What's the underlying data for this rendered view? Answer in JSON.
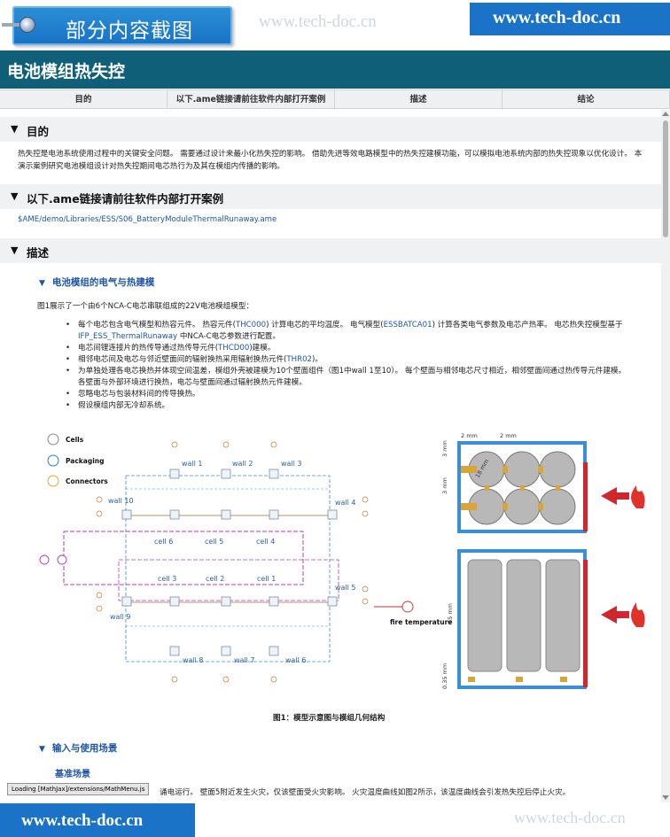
{
  "banner": {
    "left_badge": "部分内容截图",
    "watermark_top": "www.tech-doc.cn",
    "right_badge": "www.tech-doc.cn",
    "bottom_badge": "www.tech-doc.cn",
    "watermark_bottom": "www.tech-doc.cn"
  },
  "header": {
    "title": "电池模组热失控"
  },
  "tabs": [
    "目的",
    "以下.ame链接请前往软件内部打开案例",
    "描述",
    "结论"
  ],
  "sections": {
    "purpose": {
      "heading": "目的",
      "text": "热失控是电池系统使用过程中的关键安全问题。 需要通过设计来最小化热失控的影响。 借助先进等效电路模型中的热失控建模功能，可以模拟电池系统内部的热失控现象以优化设计。 本演示案例研究电池模组设计对热失控期间电芯热行为及其在模组内传播的影响。"
    },
    "link": {
      "heading": "以下.ame链接请前往软件内部打开案例",
      "path": "$AME/demo/Libraries/ESS/S06_BatteryModuleThermalRunaway.ame"
    },
    "description": {
      "heading": "描述",
      "subheading": "电池模组的电气与热建模",
      "intro": "图1展示了一个由6个NCA-C电芯串联组成的22V电池模组模型：",
      "bullets": [
        {
          "pre": "每个电芯包含电气模型和热容元件。 热容元件(",
          "link1": "THC000",
          "mid": ") 计算电芯的平均温度。 电气模型(",
          "link2": "ESSBATCA01",
          "mid2": ") 计算各类电气参数及电芯产热率。 电芯热失控模型基于",
          "link3": "IFP_ESS_ThermalRunaway",
          "post": " 中NCA-C电芯参数进行配置。"
        },
        {
          "pre": "电芯间锂连接片的热传导通过热传导元件(",
          "link1": "THCD00",
          "post": ")建模。"
        },
        {
          "pre": "相邻电芯间及电芯与邻近壁面间的辐射换热采用辐射换热元件(",
          "link1": "THR02",
          "post": ")。"
        },
        {
          "text": "为单独处理各电芯换热并体现空间温差，模组外壳被建模为10个壁面组件（图1中wall 1至10）。 每个壁面与相邻电芯尺寸相近，相邻壁面间通过热传导元件建模。 各壁面与外部环境进行换热，电芯与壁面间通过辐射换热元件建模。"
        },
        {
          "text": "忽略电芯与包装材料间的传导换热。"
        },
        {
          "text": "假设模组内部无冷却系统。"
        }
      ],
      "figure": {
        "legend": [
          "Cells",
          "Packaging",
          "Connectors"
        ],
        "walls": [
          "wall 1",
          "wall 2",
          "wall 3",
          "wall 4",
          "wall 5",
          "wall 6",
          "wall 7",
          "wall 8",
          "wall 9",
          "wall 10"
        ],
        "cells": [
          "cell 6",
          "cell 5",
          "cell 4",
          "cell 3",
          "cell 2",
          "cell 1"
        ],
        "fire_label": "fire temperature",
        "dims": [
          "2 mm",
          "2 mm",
          "3 mm",
          "3 mm",
          "18 mm",
          "65 mm",
          "0.35 mm"
        ],
        "caption": "图1：模型示意图与模组几何结构"
      },
      "usage": {
        "heading": "输入与使用场景",
        "subheading": "基准场景",
        "text": "诵电运行。 壁面5附近发生火灾，仅该壁面受火灾影响。 火灾温度曲线如图2所示，该温度曲线会引发热失控后停止火灾。"
      }
    }
  },
  "status": {
    "mathjax": "Loading [MathJax]/extensions/MathMenu.js"
  },
  "colors": {
    "header": "#0f5f78",
    "badge": "#1a73c6",
    "link": "#1e55a8"
  }
}
